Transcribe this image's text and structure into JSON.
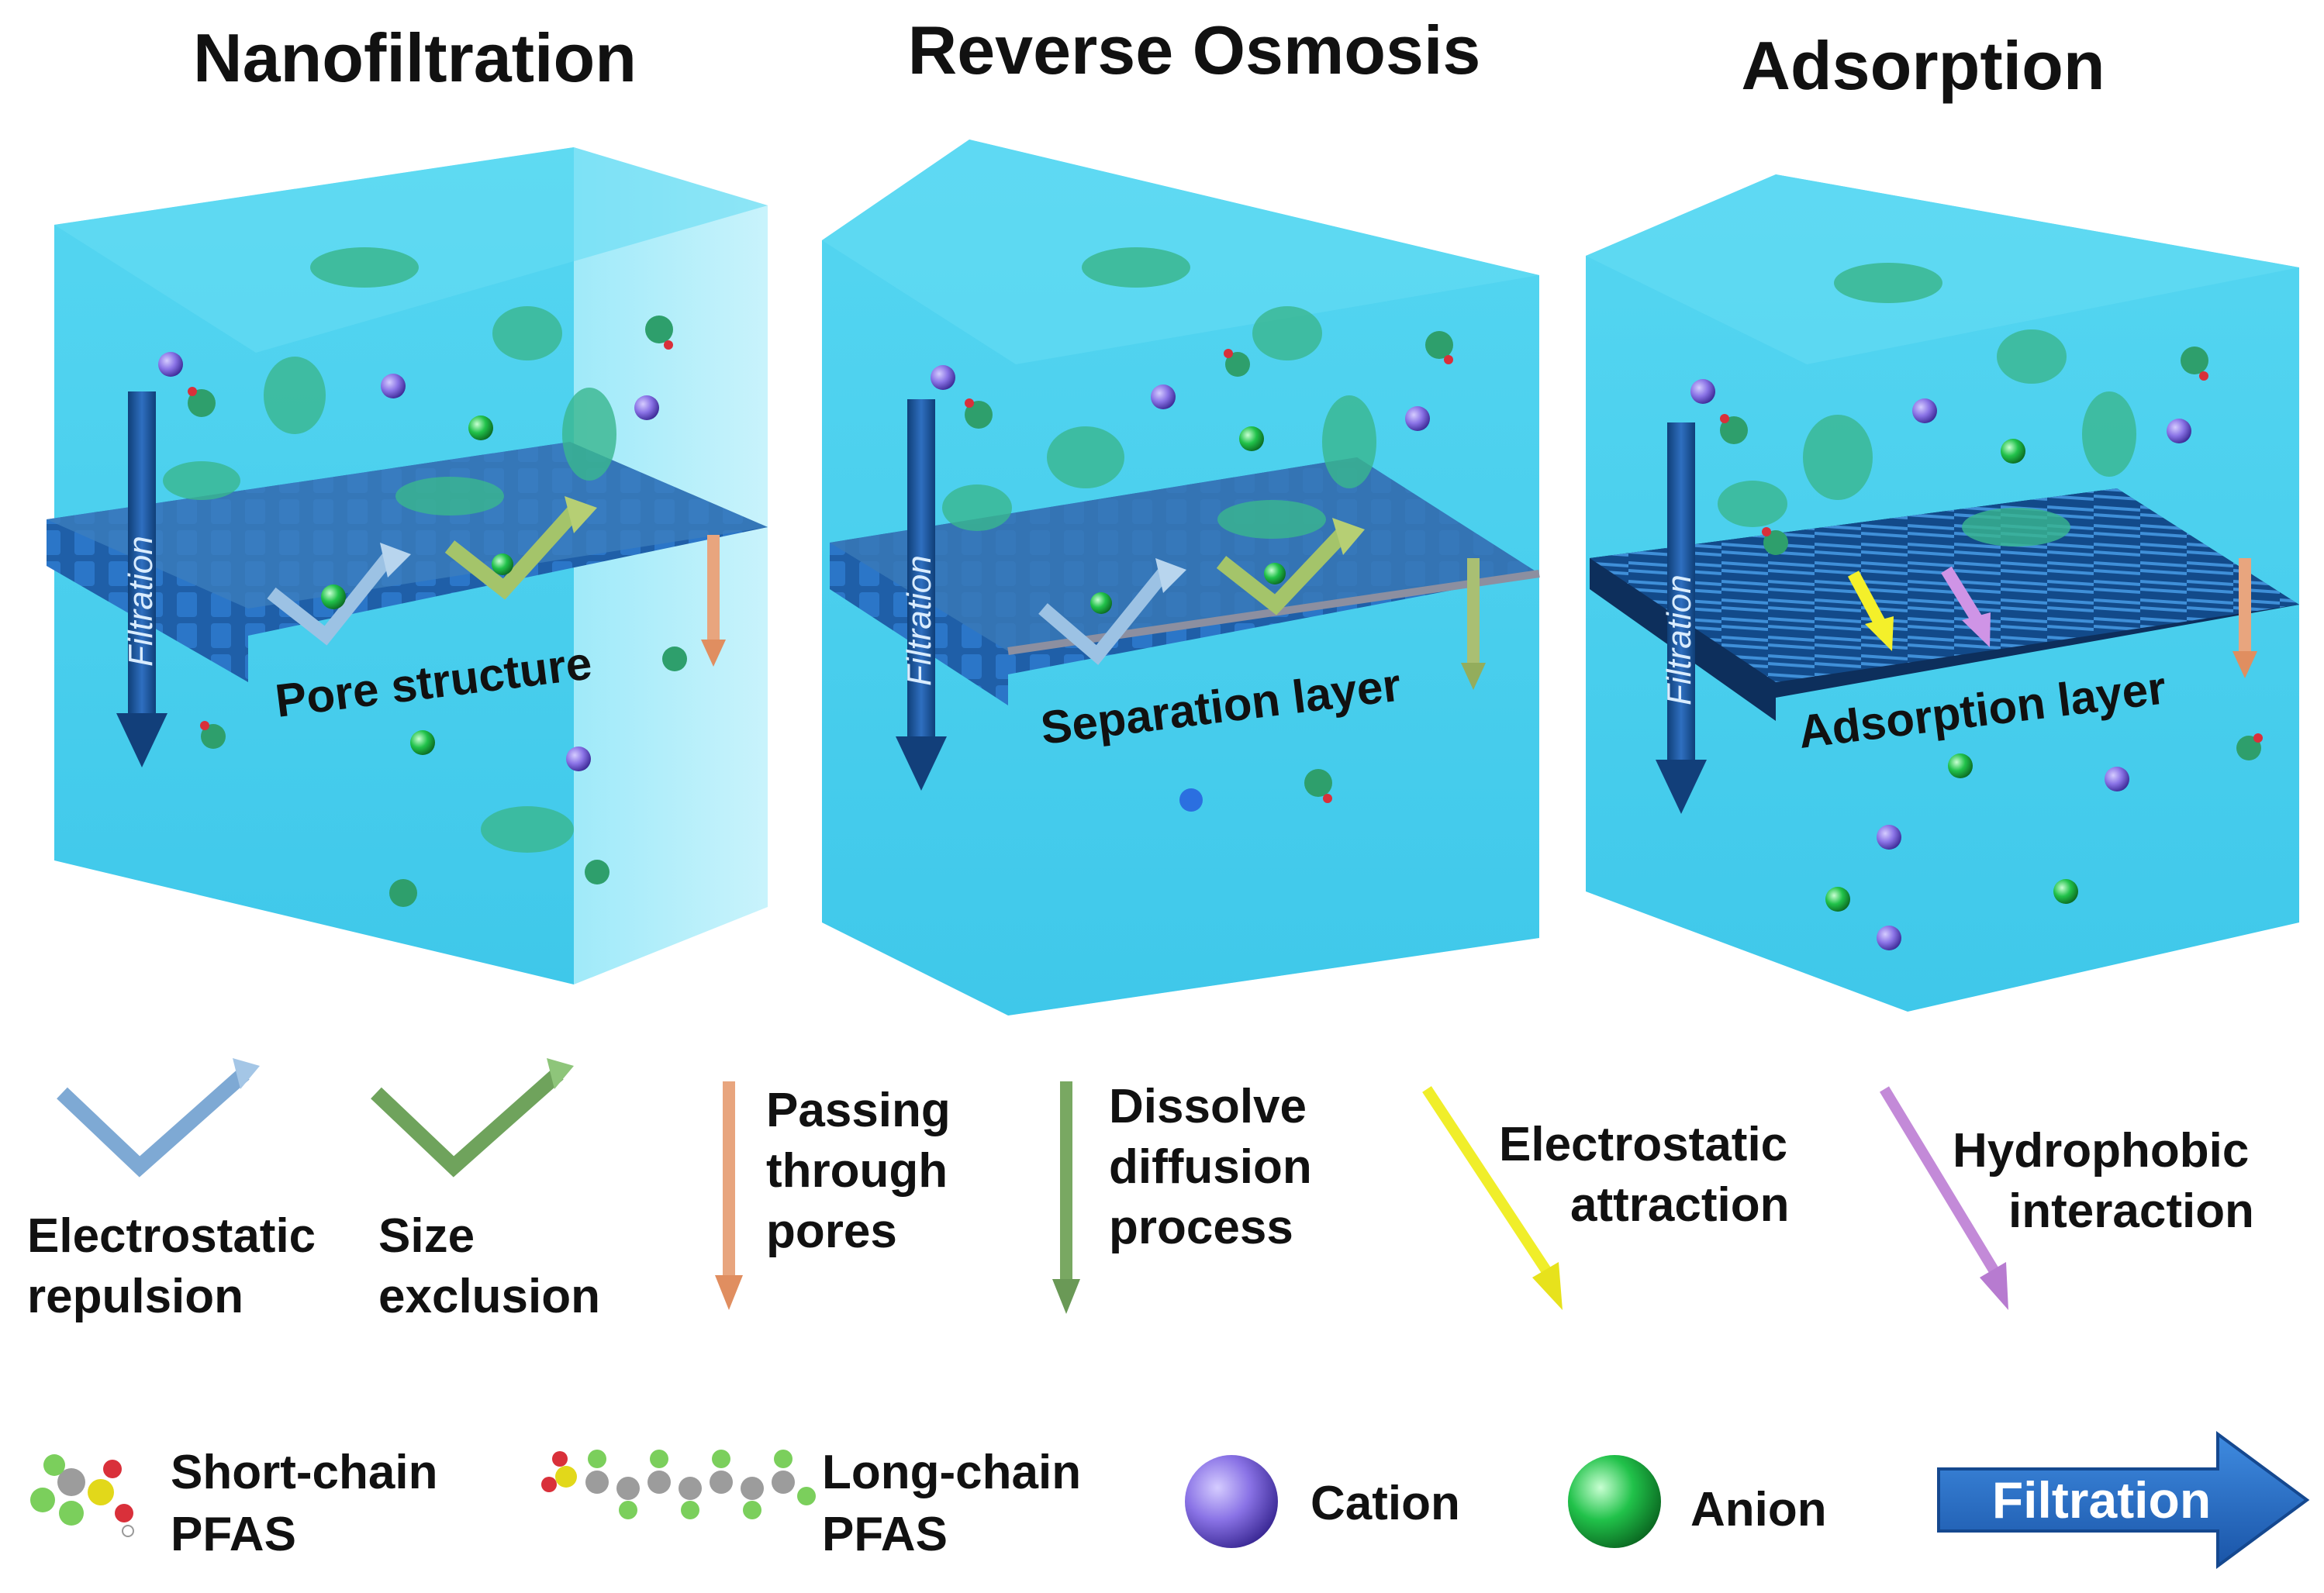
{
  "panels": [
    {
      "title": "Nanofiltration",
      "layer_label": "Pore structure",
      "filtration_label": "Filtration"
    },
    {
      "title": "Reverse Osmosis",
      "layer_label": "Separation layer",
      "filtration_label": "Filtration"
    },
    {
      "title": "Adsorption",
      "layer_label": "Adsorption layer",
      "filtration_label": "Filtration"
    }
  ],
  "mechanism_legend": [
    {
      "line1": "Electrostatic",
      "line2": "repulsion",
      "color": "#7ea9d4"
    },
    {
      "line1": "Size",
      "line2": "exclusion",
      "color": "#6fa35c"
    },
    {
      "line1": "Passing",
      "line2": "through",
      "line3": "pores",
      "color": "#e8a57e"
    },
    {
      "line1": "Dissolve",
      "line2": "diffusion",
      "line3": "process",
      "color": "#79a862"
    },
    {
      "line1": "Electrostatic",
      "line2": "attraction",
      "color": "#f0ee2a"
    },
    {
      "line1": "Hydrophobic",
      "line2": "interaction",
      "color": "#c38ad8"
    }
  ],
  "species_legend": [
    {
      "line1": "Short-chain",
      "line2": "PFAS"
    },
    {
      "line1": "Long-chain",
      "line2": "PFAS"
    },
    {
      "line1": "Cation",
      "color": "#8a73e6"
    },
    {
      "line1": "Anion",
      "color": "#21c24a"
    }
  ],
  "filtration_arrow": {
    "label": "Filtration",
    "color": "#2466c2"
  },
  "colors": {
    "water": "#4fd3ef",
    "membrane": "#1f5fa8",
    "arrow_dark": "#1a4f8c"
  }
}
